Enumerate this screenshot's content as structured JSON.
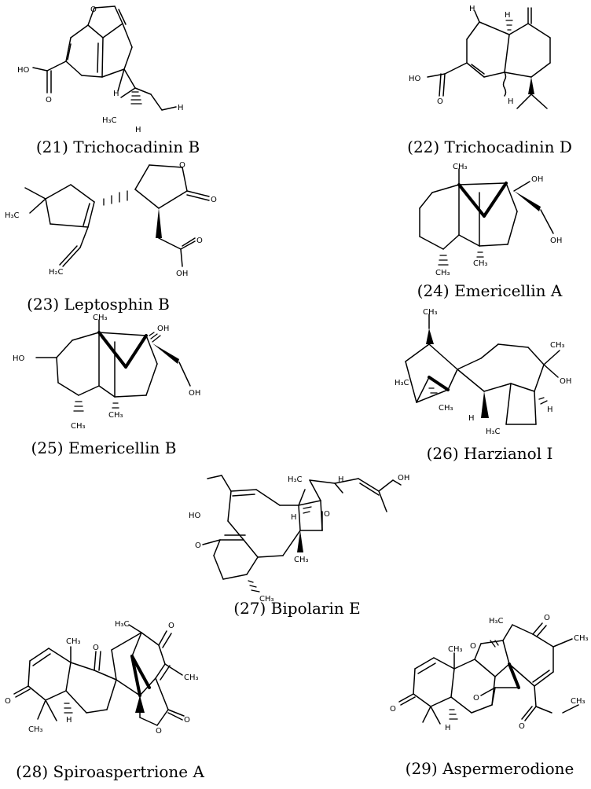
{
  "compounds": [
    {
      "caption": "(21) Trichocadinin B",
      "atoms": [
        "O",
        "HO",
        "O",
        "H",
        "H₃C",
        "H",
        "H"
      ]
    },
    {
      "caption": "(22) Trichocadinin D",
      "atoms": [
        "H",
        "H",
        "HO",
        "O",
        "H"
      ]
    },
    {
      "caption": "(23) Leptosphin B",
      "atoms": [
        "O",
        "O",
        "H₃C",
        "H₂C",
        "O",
        "OH"
      ]
    },
    {
      "caption": "(24) Emericellin A",
      "atoms": [
        "CH₃",
        "OH",
        "OH",
        "CH₃",
        "CH₃"
      ]
    },
    {
      "caption": "(25) Emericellin B",
      "atoms": [
        "CH₃",
        "HO",
        "OH",
        "OH",
        "CH₃",
        "CH₃"
      ]
    },
    {
      "caption": "(26) Harzianol I",
      "atoms": [
        "CH₃",
        "CH₃",
        "OH",
        "H₃C",
        "CH₃",
        "H",
        "H",
        "H₃C"
      ]
    },
    {
      "caption": "(27) Bipolarin E",
      "atoms": [
        "H₃C",
        "H",
        "OH",
        "HO",
        "H",
        "O",
        "O",
        "CH₃",
        "CH₃"
      ]
    },
    {
      "caption": "(28) Spiroaspertrione A",
      "atoms": [
        "H₃C",
        "O",
        "CH₃",
        "O",
        "O",
        "CH₃",
        "CH₃",
        "H",
        "O",
        "O"
      ]
    },
    {
      "caption": "(29) Aspermerodione",
      "atoms": [
        "O",
        "H₃C",
        "CH₃",
        "CH₃",
        "O",
        "O",
        "O",
        "O",
        "CH₃",
        "H"
      ]
    }
  ]
}
